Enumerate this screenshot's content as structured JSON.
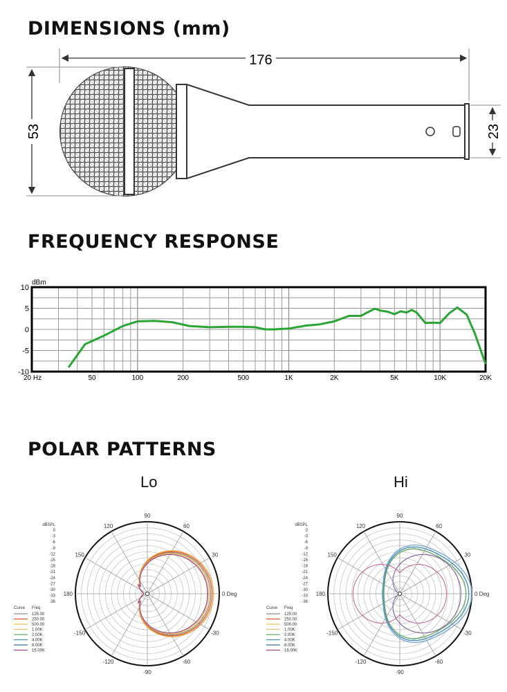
{
  "sections": {
    "dimensions_title": "DIMENSIONS (mm)",
    "frequency_title": "FREQUENCY RESPONSE",
    "polar_title": "POLAR PATTERNS"
  },
  "dimensions": {
    "length": "176",
    "head_diameter": "53",
    "handle_diameter": "23"
  },
  "colors": {
    "curve": "#2aa432",
    "grid": "#999999",
    "frame": "#000000",
    "lo_pattern": "#e8a646",
    "hi_pattern": "#7fa8d0"
  },
  "chart_data": [
    {
      "type": "line",
      "title": "FREQUENCY RESPONSE",
      "ylabel": "dBm",
      "xscale": "log",
      "xlim": [
        20,
        20000
      ],
      "ylim": [
        -10,
        10
      ],
      "grid": true,
      "y_ticks": [
        "10",
        "5",
        "0",
        "-5",
        "-10"
      ],
      "x_ticks": [
        "20 Hz",
        "50",
        "100",
        "200",
        "500",
        "1K",
        "2K",
        "5K",
        "10K",
        "20K"
      ],
      "series": [
        {
          "x": [
            35,
            45,
            60,
            80,
            100,
            130,
            170,
            220,
            300,
            400,
            500,
            600,
            700,
            800,
            1000,
            1300,
            1600,
            2000,
            2500,
            3000,
            3300,
            3700,
            4000,
            4500,
            5000,
            5500,
            6000,
            6500,
            7000,
            8000,
            9000,
            10000,
            11500,
            13000,
            15000,
            17000,
            20000
          ],
          "y": [
            -9,
            -3.5,
            -1.5,
            0.8,
            1.9,
            2.0,
            1.7,
            0.8,
            0.5,
            0.6,
            0.6,
            0.5,
            0,
            0,
            0.2,
            0.9,
            1.2,
            1.9,
            3.2,
            3.2,
            4.0,
            4.9,
            4.5,
            4.2,
            3.6,
            4.3,
            4.0,
            4.6,
            4.0,
            1.5,
            1.6,
            1.5,
            3.8,
            5.2,
            3.5,
            -1.0,
            -8.2
          ]
        }
      ]
    },
    {
      "type": "polar",
      "title": "Lo",
      "radial_label": "dBSPL",
      "radial_ticks": [
        "0",
        "-3",
        "-6",
        "-9",
        "-12",
        "-15",
        "-18",
        "-21",
        "-24",
        "-27",
        "-30",
        "-33",
        "-36"
      ],
      "angle_labels": [
        "90",
        "60",
        "30",
        "0 Deg",
        "-30",
        "-60",
        "-90",
        "-120",
        "-150",
        "180",
        "150",
        "120"
      ],
      "legend_header": [
        "Curve",
        "Freq"
      ],
      "legend": [
        "125.00",
        "250.00",
        "500.00",
        "1.00K",
        "2.00K",
        "4.00K",
        "8.00K",
        "16.00K"
      ],
      "pattern": "cardioid"
    },
    {
      "type": "polar",
      "title": "Hi",
      "radial_label": "dBSPL",
      "radial_ticks": [
        "0",
        "-3",
        "-6",
        "-9",
        "-12",
        "-15",
        "-18",
        "-21",
        "-24",
        "-27",
        "-30",
        "-33",
        "-36"
      ],
      "angle_labels": [
        "90",
        "60",
        "30",
        "0 Deg",
        "-30",
        "-60",
        "-90",
        "-120",
        "-150",
        "180",
        "150",
        "120"
      ],
      "legend_header": [
        "Curve",
        "Freq"
      ],
      "legend": [
        "125.00",
        "250.00",
        "500.00",
        "1.00K",
        "2.00K",
        "4.00K",
        "8.00K",
        "16.00K"
      ],
      "pattern": "supercardioid"
    }
  ],
  "legend_colors": [
    "#8c8c8c",
    "#e05a2a",
    "#f2c04a",
    "#e8c070",
    "#6aa86a",
    "#4a8fb8",
    "#3a6ea8",
    "#a04a8c"
  ]
}
